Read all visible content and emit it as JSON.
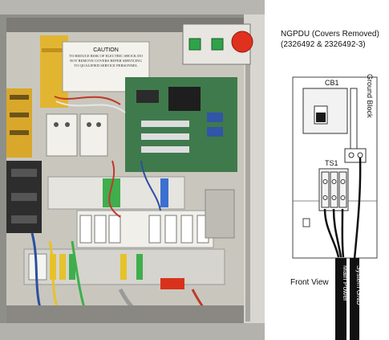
{
  "photo": {
    "caution_sign": {
      "title": "CAUTION",
      "body": "TO REDUCE RISK OF ELECTRIC SHOCK DO NOT REMOVE COVERS REFER SERVICING TO QUALIFIED SERVICE PERSONNEL"
    },
    "colors": {
      "enclosure": "#8f8f8a",
      "backplate": "#c9c7bd",
      "pcb": "#3f7a4c",
      "warning_panel": "#e2b531",
      "stop_button": "#e0301e",
      "start_button": "#2fa24a"
    }
  },
  "diagram": {
    "title_line1": "NGPDU (Covers Removed)",
    "title_line2": "(2326492 & 2326492-3)",
    "cb1_label": "CB1",
    "ground_block_label": "Ground Block",
    "ts1_label": "TS1",
    "front_view_label": "Front View",
    "main_power_label": "Main Power",
    "system_gnd_label": "System GND"
  }
}
